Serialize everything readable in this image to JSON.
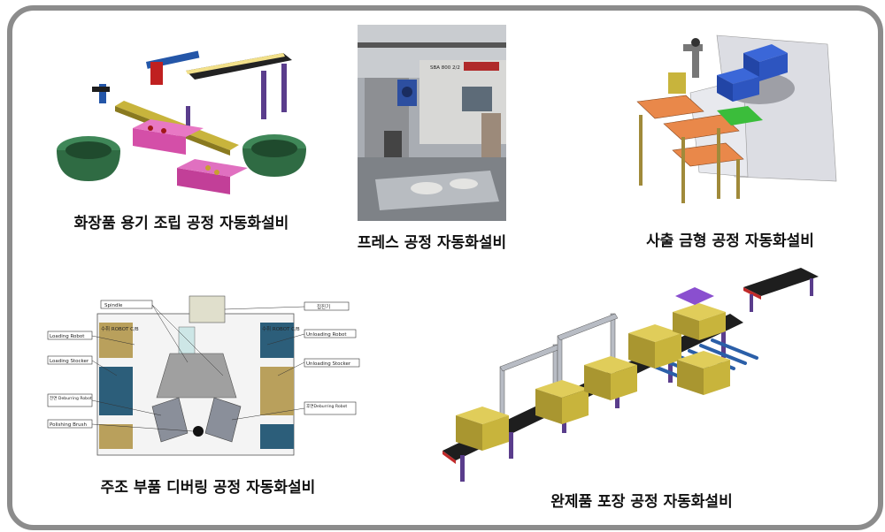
{
  "captions": {
    "cosmetic": "화장품 용기 조립 공정 자동화설비",
    "press": "프레스 공정 자동화설비",
    "injection": "사출 금형 공정 자동화설비",
    "deburring": "주조 부품 디버링 공정 자동화설비",
    "packing": "완제품 포장 공정 자동화설비"
  },
  "deburring_diagram": {
    "labels": {
      "spindle": "Spindle",
      "collector": "집진기",
      "loading_robot": "Loading Robot",
      "unloading_robot": "Unloading Robot",
      "loading_stocker": "Loading Stocker",
      "unloading_stocker": "Unloading Stocker",
      "front_deburring": "전면 Deburring Robot",
      "rear_deburring": "후면Deburring Robot",
      "polishing_brush": "Polishing Brush",
      "conveyor_left": "수취 ROBOT C/B",
      "conveyor_right": "수취 ROBOT C/B"
    }
  },
  "press_photo": {
    "machine_label": "SBA 800 2/2"
  },
  "colors": {
    "frame": "#8c8c8c",
    "bowl_green": "#2f6b43",
    "conveyor_dark": "#1e1e1e",
    "stand_purple": "#5a3d8c",
    "box_olive": "#c8b43c",
    "roller_blue": "#2b5fa8",
    "tray_orange": "#e9884a",
    "tray_green": "#3bbd3b"
  }
}
